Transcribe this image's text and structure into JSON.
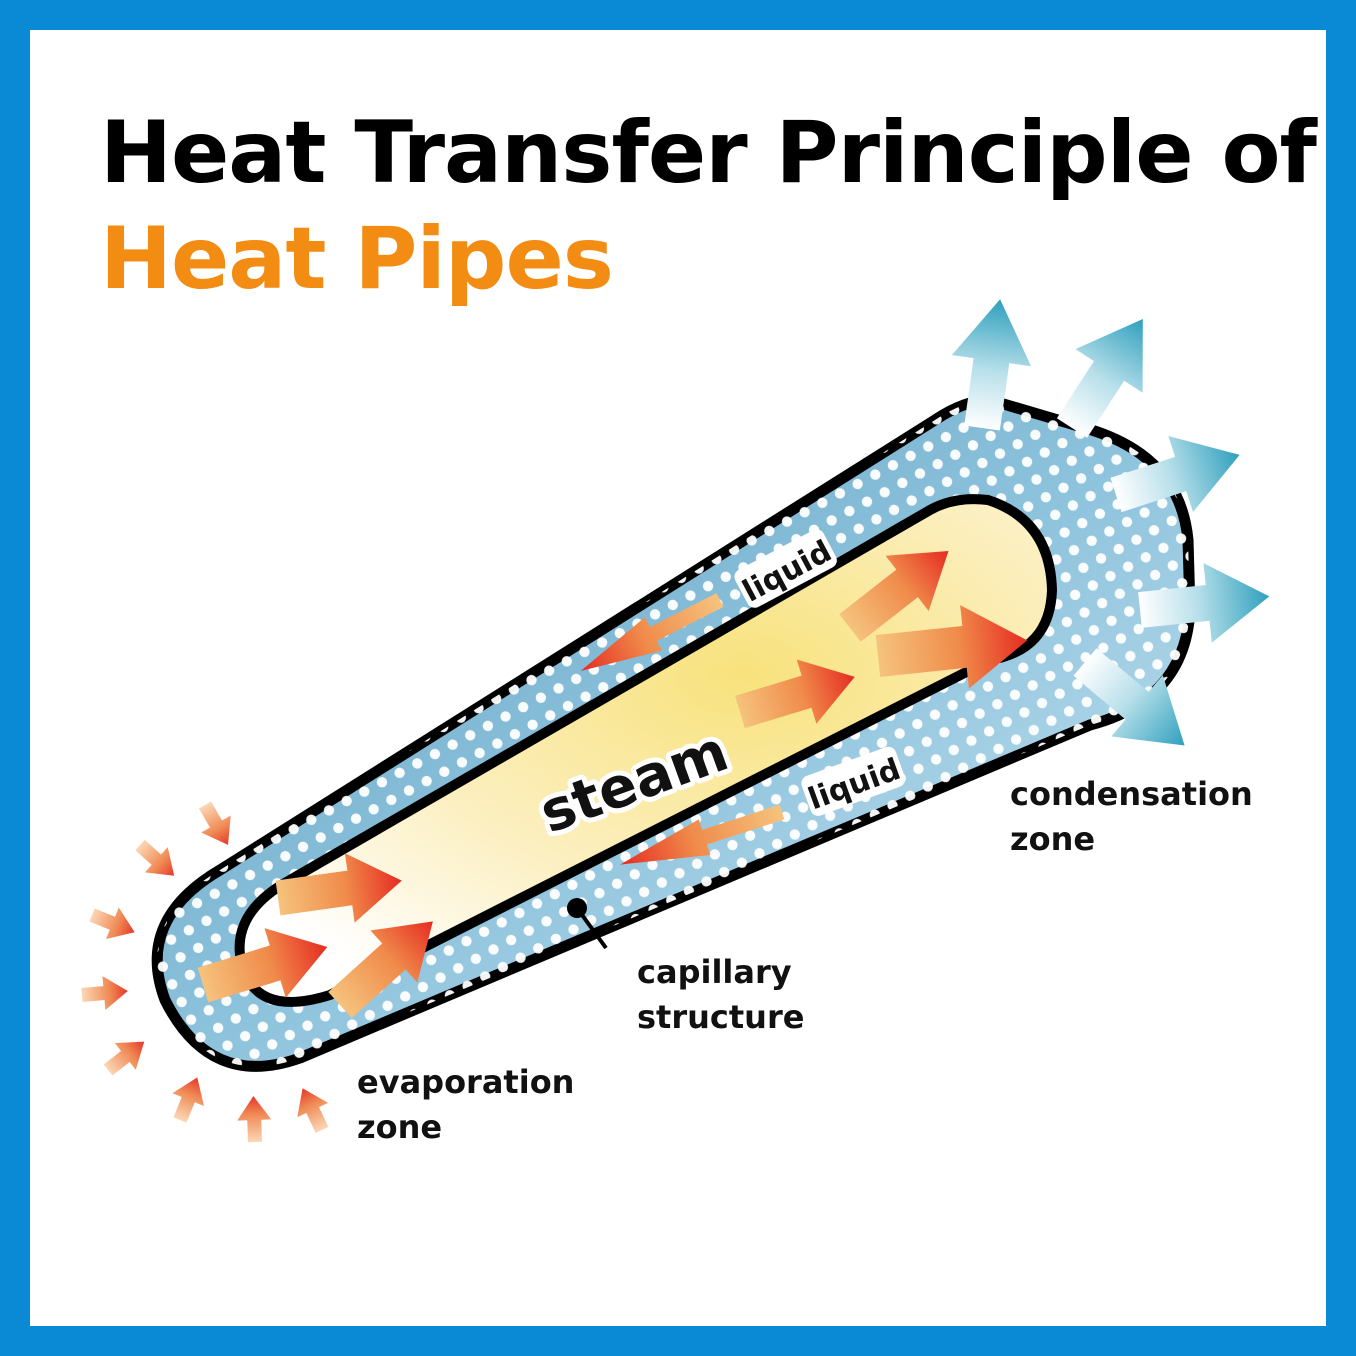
{
  "title": {
    "line1": "Heat Transfer Principle of",
    "line2": "Heat Pipes"
  },
  "labels": {
    "liquid_top": "liquid",
    "liquid_bottom": "liquid",
    "steam": "steam",
    "capillary": {
      "line1": "capillary",
      "line2": "structure"
    },
    "evaporation": {
      "line1": "evaporation",
      "line2": "zone"
    },
    "condensation": {
      "line1": "condensation",
      "line2": "zone"
    }
  },
  "colors": {
    "border": "#0a8ad5",
    "title_black": "#000000",
    "title_accent": "#f28c13",
    "heat_arrow": "#e8402a",
    "cool_arrow": "#3ba7c4",
    "steam_fill": "#fbe79a",
    "wick_fill": "#8fc4dd"
  },
  "icons": {
    "heat_in": "heat-in-arrow-icon",
    "heat_out": "heat-out-arrow-icon",
    "steam_flow": "steam-flow-arrow-icon",
    "liquid_flow": "liquid-return-arrow-icon"
  }
}
